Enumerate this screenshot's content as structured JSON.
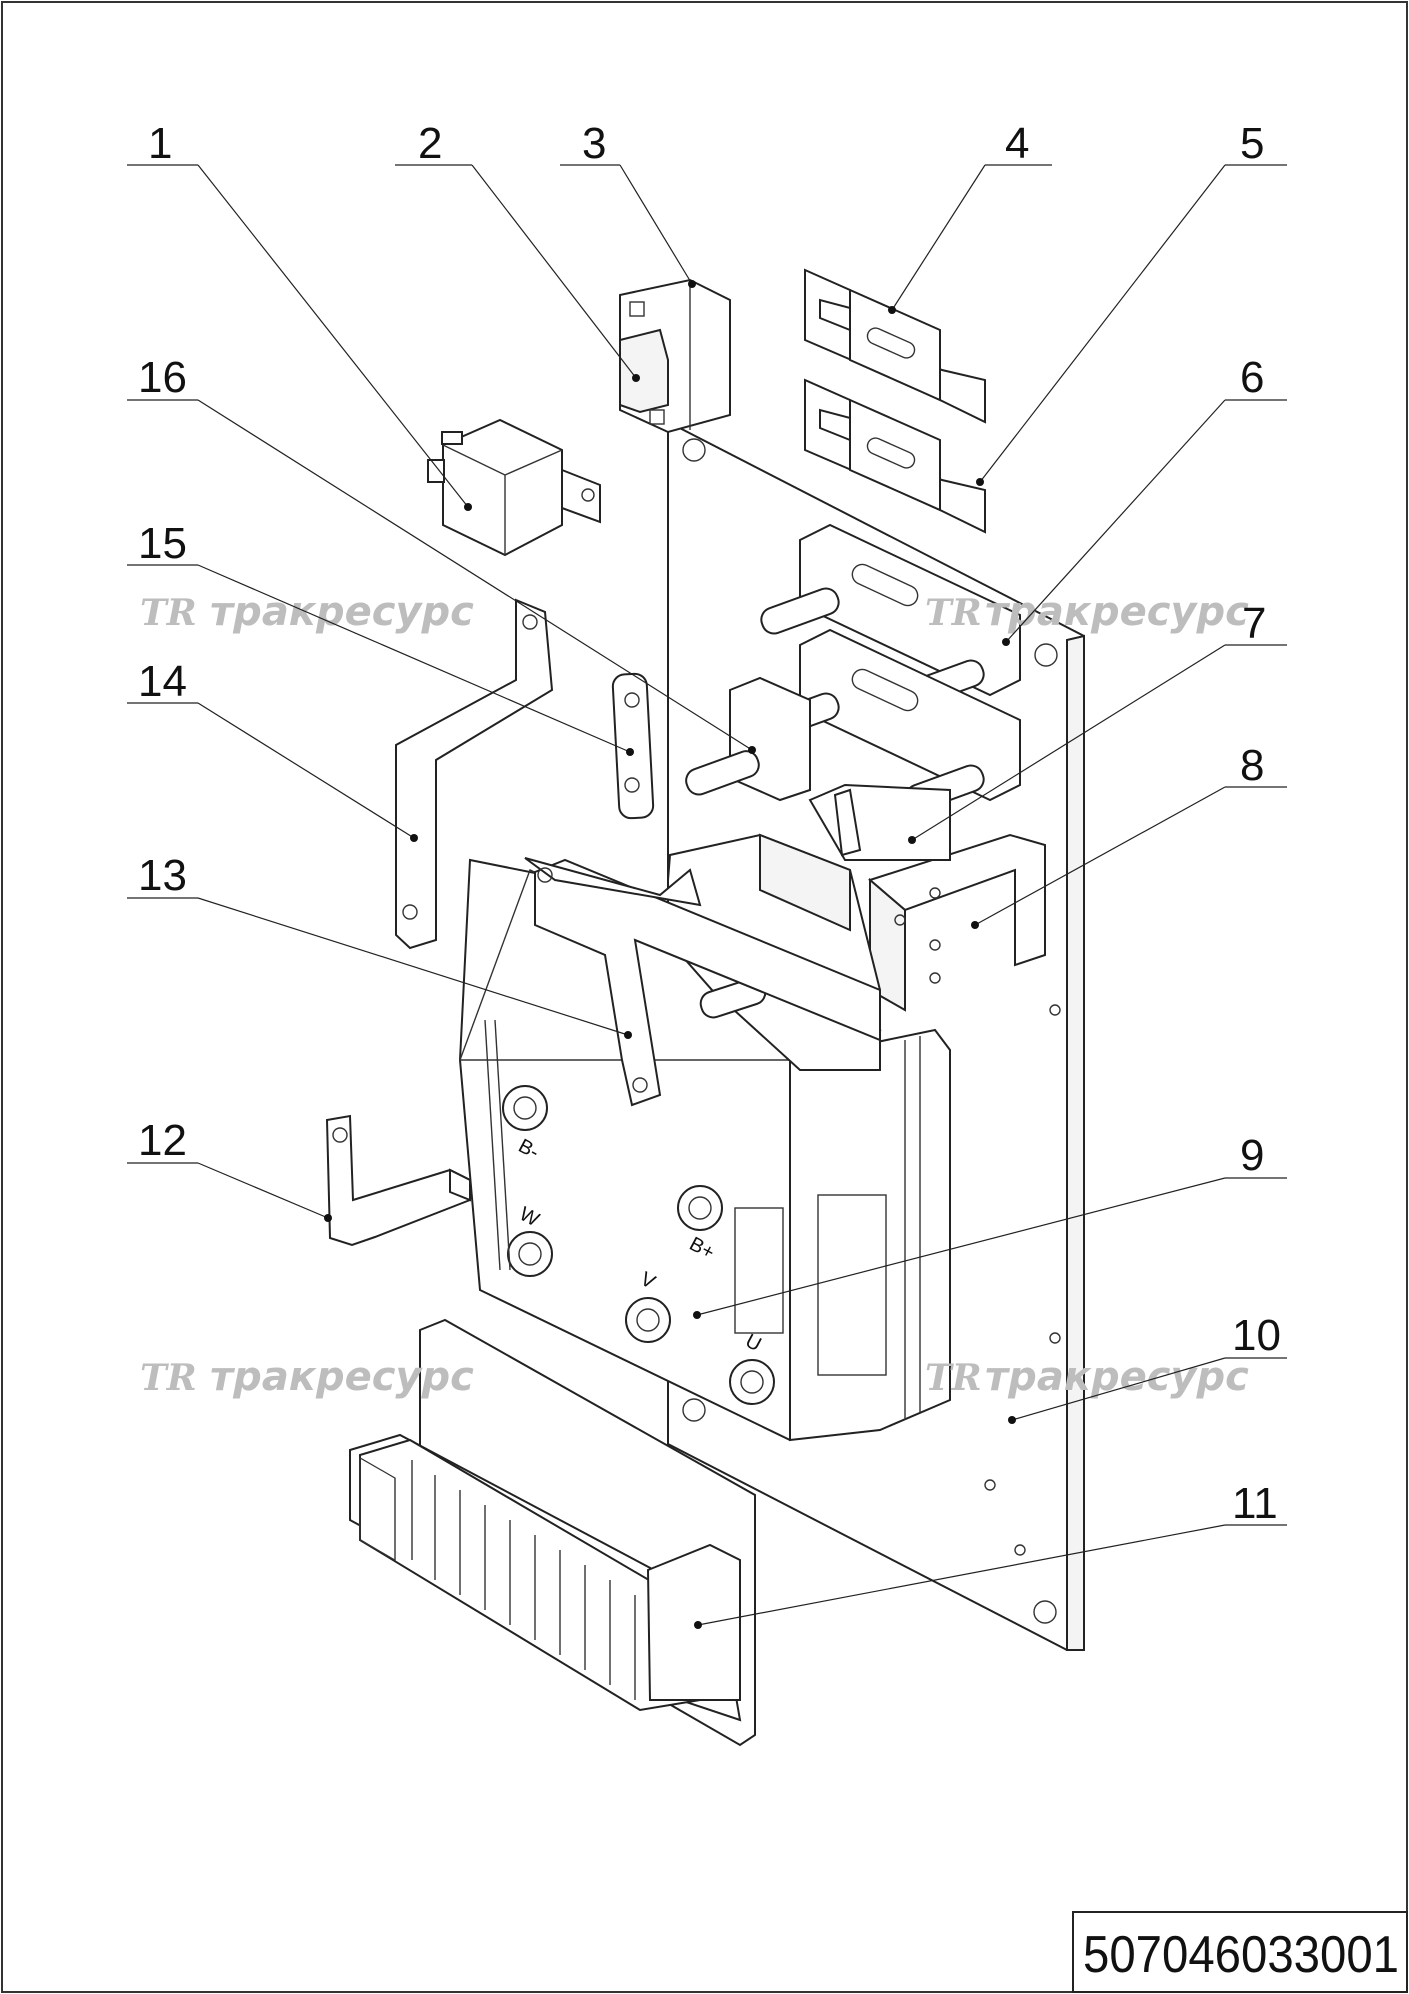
{
  "callouts": [
    {
      "num": "1"
    },
    {
      "num": "2"
    },
    {
      "num": "3"
    },
    {
      "num": "4"
    },
    {
      "num": "5"
    },
    {
      "num": "6"
    },
    {
      "num": "7"
    },
    {
      "num": "8"
    },
    {
      "num": "9"
    },
    {
      "num": "10"
    },
    {
      "num": "11"
    },
    {
      "num": "12"
    },
    {
      "num": "13"
    },
    {
      "num": "14"
    },
    {
      "num": "15"
    },
    {
      "num": "16"
    }
  ],
  "terminal_labels": {
    "b_minus": "B-",
    "b_plus": "B+",
    "w": "W",
    "v": "V",
    "u": "U"
  },
  "watermark": {
    "logo": "TR",
    "text": "тракресурс"
  },
  "document_number": "507046033001"
}
